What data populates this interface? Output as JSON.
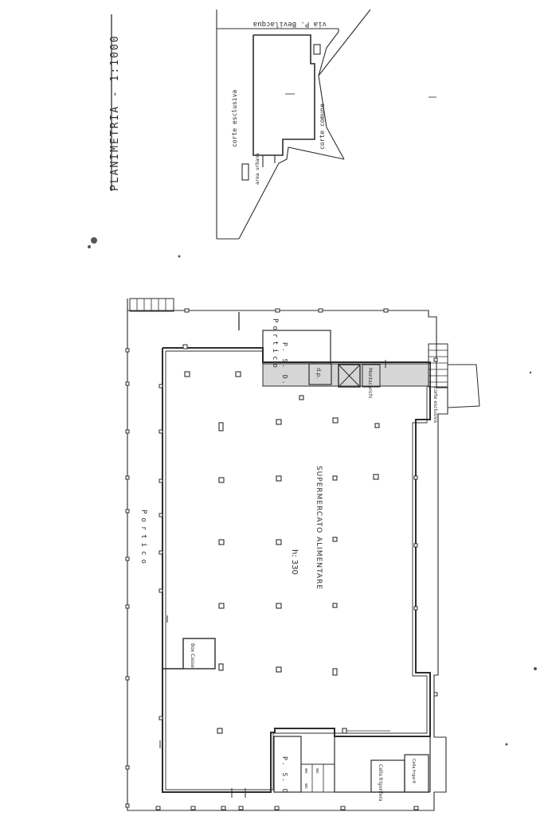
{
  "title": "PLANIMETRIA - 1:1000",
  "site_plan": {
    "street": "via P. Bevilacqua",
    "corte_esclusiva": "corte esclusiva",
    "corte_comune": "corte comune",
    "area_urbana": "area urbana"
  },
  "floor_plan": {
    "portico_top": "Portico",
    "portico_left": "Portico",
    "psd_top": "P. S. D.",
    "psd_bottom": "P. S. D",
    "dp": "d.p.",
    "montacarichi": "Montacarichi",
    "height": "h: 330",
    "main_room": "SUPERMERCATO ALIMENTARE",
    "box_casse": "Box Casse",
    "corte_esclusiva": "corte esclusiva",
    "cella_frigorifera": "Cella frigorifera",
    "cella_frigorifera_small": "Cella frigorif.",
    "wc_1": "wc",
    "wc_2": "wc",
    "wc_3": "wc"
  },
  "colors": {
    "ink": "#2c2c2c",
    "paper": "#ffffff",
    "shade": "#d6d6d6"
  }
}
